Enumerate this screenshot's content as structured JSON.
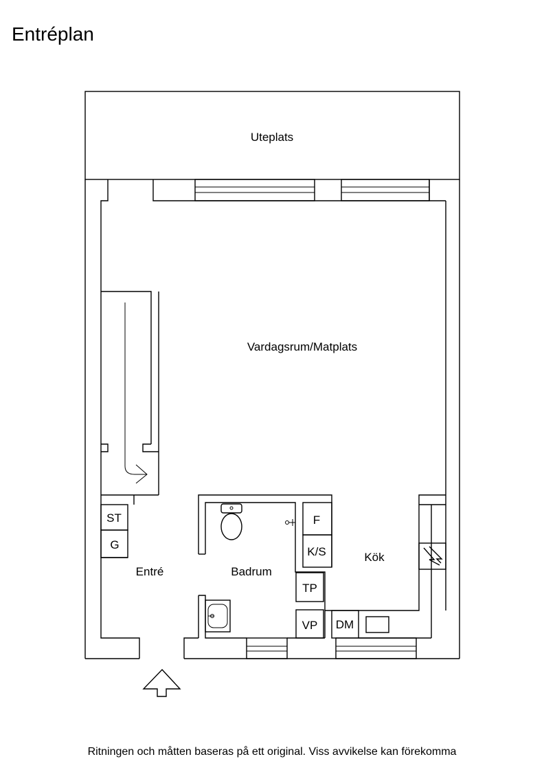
{
  "title": "Entréplan",
  "footer": "Ritningen och måtten baseras på ett original. Viss avvikelse kan förekomma",
  "rooms": {
    "uteplats": "Uteplats",
    "vardagsrum": "Vardagsrum/Matplats",
    "entre": "Entré",
    "badrum": "Badrum",
    "kok": "Kök"
  },
  "fixtures": {
    "st": "ST",
    "g": "G",
    "f": "F",
    "ks": "K/S",
    "tp": "TP",
    "vp": "VP",
    "dm": "DM"
  }
}
